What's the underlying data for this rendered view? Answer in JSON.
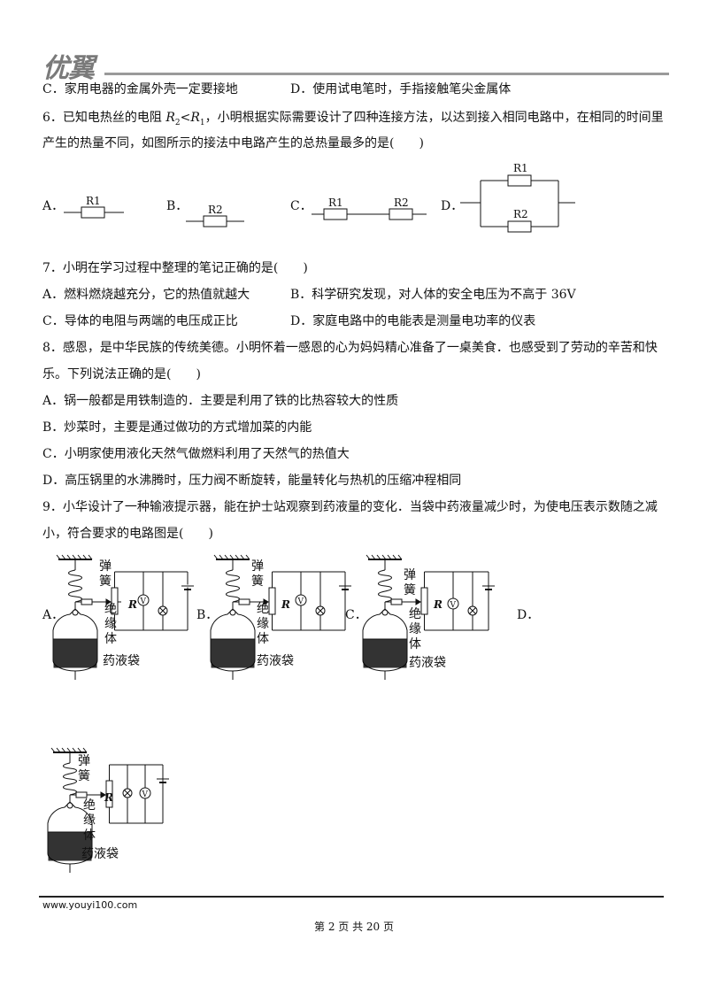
{
  "header": {
    "logo": "优翼"
  },
  "q5": {
    "optC": "C．家用电器的金属外壳一定要接地",
    "optD": "D．使用试电笔时，手指接触笔尖金属体"
  },
  "q6": {
    "line1a": "6．已知电热丝的电阻 ",
    "r2": "R",
    "r2sub": "2",
    "lt": "<",
    "r1": "R",
    "r1sub": "1",
    "line1b": "，小明根据实际需要设计了四种连接方法，以达到接入相同电路中，在相同的时间里",
    "line2": "产生的热量不同，如图所示的接法中电路产生的总热量最多的是(　　)",
    "optA": "A．",
    "optB": "B．",
    "optC": "C．",
    "optD": "D．",
    "resR1": "R1",
    "resR2": "R2"
  },
  "q7": {
    "stem": "7．小明在学习过程中整理的笔记正确的是(　　)",
    "A": "A．燃料燃烧越充分，它的热值就越大",
    "B": "B．科学研究发现，对人体的安全电压为不高于 36V",
    "C": "C．导体的电阻与两端的电压成正比",
    "D": "D．家庭电路中的电能表是测量电功率的仪表"
  },
  "q8": {
    "line1": "8．感恩，是中华民族的传统美德。小明怀着一感恩的心为妈妈精心准备了一桌美食．也感受到了劳动的辛苦和快",
    "line2": "乐。下列说法正确的是(　　)",
    "A": "A．锅一般都是用铁制造的．主要是利用了铁的比热容较大的性质",
    "B": "B．炒菜时，主要是通过做功的方式增加菜的内能",
    "C": "C．小明家使用液化天然气做燃料利用了天然气的热值大",
    "D": "D．高压锅里的水沸腾时，压力阀不断旋转，能量转化与热机的压缩冲程相同"
  },
  "q9": {
    "line1": "9．小华设计了一种输液提示器，能在护士站观察到药液量的变化．当袋中药液量减少时，为使电压表示数随之减",
    "line2": "小，符合要求的电路图是(　　)",
    "optA": "A．",
    "optB": "B．",
    "optC": "C．",
    "optD": "D．",
    "spring": "弹簧",
    "insulator": "绝缘体",
    "bag": "药液袋",
    "R": "R",
    "V": "V"
  },
  "footer": {
    "url": "www.youyi100.com",
    "page": "第 2 页 共 20 页"
  }
}
